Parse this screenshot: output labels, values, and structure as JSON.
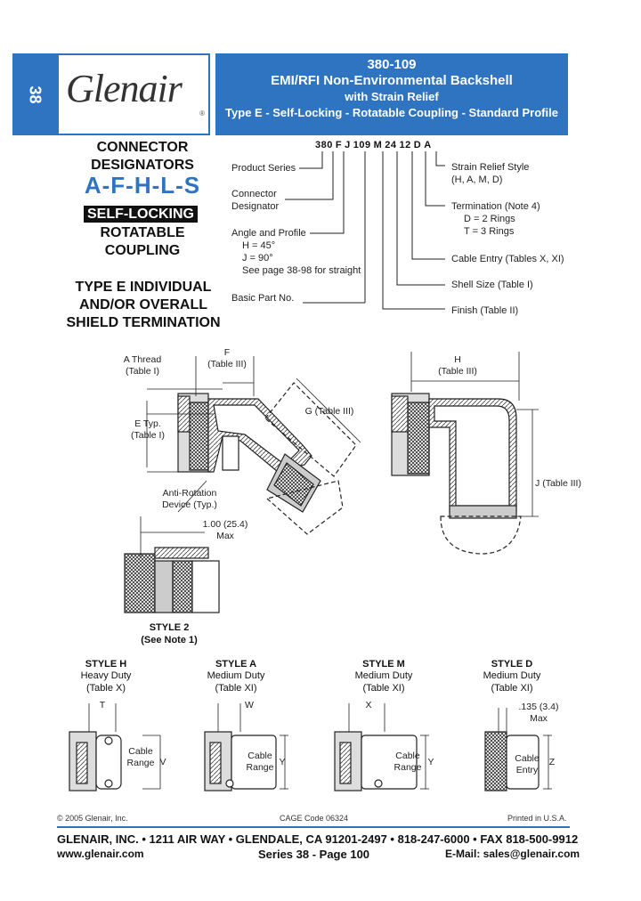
{
  "header": {
    "tab_number": "38",
    "logo_text": "Glenair",
    "logo_reg": "®",
    "part_number": "380-109",
    "title": "EMI/RFI  Non-Environmental  Backshell",
    "subtitle": "with Strain Relief",
    "type_line": "Type E - Self-Locking - Rotatable Coupling - Standard Profile"
  },
  "left": {
    "connector_designators_1": "CONNECTOR",
    "connector_designators_2": "DESIGNATORS",
    "designators": "A-F-H-L-S",
    "self_locking": "SELF-LOCKING",
    "rotatable": "ROTATABLE",
    "coupling": "COUPLING",
    "type_e_1": "TYPE E INDIVIDUAL",
    "type_e_2": "AND/OR OVERALL",
    "type_e_3": "SHIELD TERMINATION"
  },
  "part_code": {
    "chars": [
      "380",
      "F",
      "J",
      "109",
      "M",
      "24",
      "12",
      "D",
      "A"
    ]
  },
  "part_labels": {
    "product_series": "Product Series",
    "connector_designator_1": "Connector",
    "connector_designator_2": "Designator",
    "angle_profile": "Angle and Profile",
    "angle_h": "H = 45°",
    "angle_j": "J = 90°",
    "angle_see": "See page 38-98 for straight",
    "basic_part": "Basic Part No.",
    "strain_relief_1": "Strain Relief Style",
    "strain_relief_2": "(H, A, M, D)",
    "termination": "Termination (Note 4)",
    "term_d": "D = 2 Rings",
    "term_t": "T = 3 Rings",
    "cable_entry": "Cable Entry (Tables X, XI)",
    "shell_size": "Shell Size (Table I)",
    "finish": "Finish (Table II)"
  },
  "drawing": {
    "a_thread": "A Thread",
    "table_i_a": "(Table I)",
    "f": "F",
    "table_iii_f": "(Table III)",
    "g": "G (Table III)",
    "e_typ": "E Typ.",
    "table_i_e": "(Table I)",
    "anti_rotation_1": "Anti-Rotation",
    "anti_rotation_2": "Device (Typ.)",
    "h": "H",
    "table_iii_h": "(Table III)",
    "j": "J (Table III)",
    "one_inch": "1.00 (25.4)",
    "max": "Max",
    "style2": "STYLE 2",
    "see_note": "(See Note 1)"
  },
  "styles": [
    {
      "name": "STYLE H",
      "duty": "Heavy Duty",
      "table": "(Table X)",
      "dim_top": "T",
      "dim_side": "V",
      "range_1": "Cable",
      "range_2": "Range"
    },
    {
      "name": "STYLE A",
      "duty": "Medium Duty",
      "table": "(Table XI)",
      "dim_top": "W",
      "dim_side": "Y",
      "range_1": "Cable",
      "range_2": "Range"
    },
    {
      "name": "STYLE M",
      "duty": "Medium Duty",
      "table": "(Table XI)",
      "dim_top": "X",
      "dim_side": "Y",
      "range_1": "Cable",
      "range_2": "Range"
    },
    {
      "name": "STYLE D",
      "duty": "Medium Duty",
      "table": "(Table XI)",
      "dim_top": ".135 (3.4)",
      "dim_top2": "Max",
      "dim_side": "Z",
      "range_1": "Cable",
      "range_2": "Entry"
    }
  ],
  "footer": {
    "copyright": "© 2005 Glenair, Inc.",
    "cage": "CAGE Code 06324",
    "printed": "Printed in U.S.A.",
    "address": "GLENAIR, INC. • 1211 AIR WAY • GLENDALE, CA 91201-2497 • 818-247-6000 • FAX 818-500-9912",
    "website": "www.glenair.com",
    "series_page": "Series 38 - Page 100",
    "email": "E-Mail: sales@glenair.com"
  },
  "colors": {
    "accent": "#2e74c0"
  }
}
